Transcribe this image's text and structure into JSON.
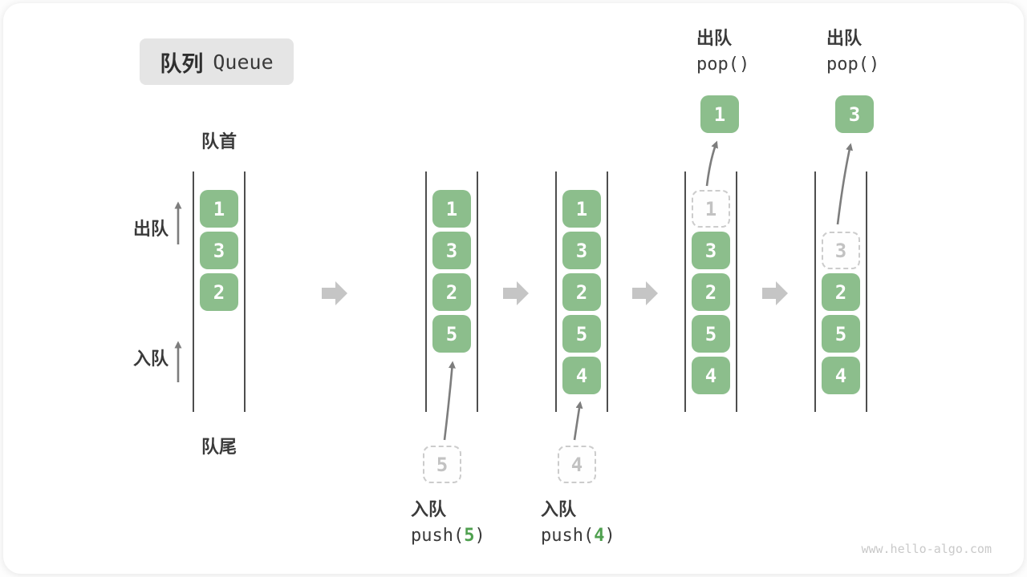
{
  "title": {
    "zh": "队列",
    "en": "Queue"
  },
  "labels": {
    "front": "队首",
    "rear": "队尾",
    "dequeue": "出队",
    "enqueue": "入队"
  },
  "operations": {
    "enqueue5": {
      "label": "入队",
      "code_pre": "push(",
      "arg": "5",
      "code_post": ")",
      "ghost": "5"
    },
    "enqueue4": {
      "label": "入队",
      "code_pre": "push(",
      "arg": "4",
      "code_post": ")",
      "ghost": "4"
    },
    "dequeue1": {
      "label": "出队",
      "code": "pop()",
      "popped": "1"
    },
    "dequeue3": {
      "label": "出队",
      "code": "pop()",
      "popped": "3"
    }
  },
  "states": [
    {
      "name": "initial",
      "slots": [
        {
          "row": 0,
          "value": "1",
          "type": "solid"
        },
        {
          "row": 1,
          "value": "3",
          "type": "solid"
        },
        {
          "row": 2,
          "value": "2",
          "type": "solid"
        }
      ]
    },
    {
      "name": "after-push-5",
      "slots": [
        {
          "row": 0,
          "value": "1",
          "type": "solid"
        },
        {
          "row": 1,
          "value": "3",
          "type": "solid"
        },
        {
          "row": 2,
          "value": "2",
          "type": "solid"
        },
        {
          "row": 3,
          "value": "5",
          "type": "solid"
        }
      ]
    },
    {
      "name": "after-push-4",
      "slots": [
        {
          "row": 0,
          "value": "1",
          "type": "solid"
        },
        {
          "row": 1,
          "value": "3",
          "type": "solid"
        },
        {
          "row": 2,
          "value": "2",
          "type": "solid"
        },
        {
          "row": 3,
          "value": "5",
          "type": "solid"
        },
        {
          "row": 4,
          "value": "4",
          "type": "solid"
        }
      ]
    },
    {
      "name": "after-pop-1",
      "slots": [
        {
          "row": 0,
          "value": "1",
          "type": "ghost"
        },
        {
          "row": 1,
          "value": "3",
          "type": "solid"
        },
        {
          "row": 2,
          "value": "2",
          "type": "solid"
        },
        {
          "row": 3,
          "value": "5",
          "type": "solid"
        },
        {
          "row": 4,
          "value": "4",
          "type": "solid"
        }
      ]
    },
    {
      "name": "after-pop-3",
      "slots": [
        {
          "row": 1,
          "value": "3",
          "type": "ghost"
        },
        {
          "row": 2,
          "value": "2",
          "type": "solid"
        },
        {
          "row": 3,
          "value": "5",
          "type": "solid"
        },
        {
          "row": 4,
          "value": "4",
          "type": "solid"
        }
      ]
    }
  ],
  "watermark": "www.hello-algo.com",
  "colors": {
    "box_green": "#8cbe8c",
    "accent_green": "#4fa04f",
    "wall_gray": "#4e4e4e",
    "arrow_gray": "#7d7d7d",
    "block_arrow_gray": "#c5c5c5",
    "ghost_border": "#cccccc",
    "ghost_text": "#c2c2c2",
    "text_dark": "#3a3a3a",
    "title_bg": "#e5e5e5",
    "watermark_gray": "#c9c9c9"
  }
}
